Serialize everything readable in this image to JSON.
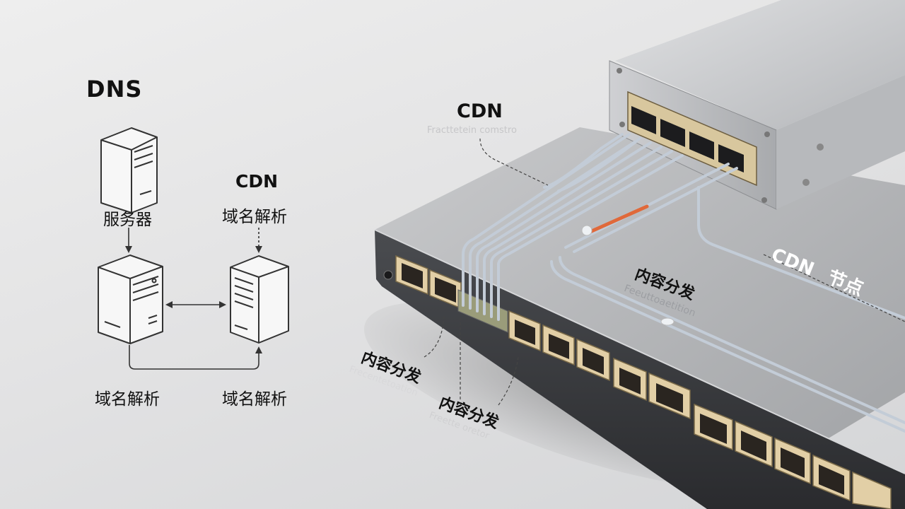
{
  "diagram": {
    "title": "DNS",
    "server_label": "服务器",
    "cdn_label": "CDN",
    "cdn_resolve": "域名解析",
    "bottom_left": "域名解析",
    "bottom_right": "域名解析"
  },
  "photo": {
    "cdn_top": "CDN",
    "cdn_top_sub": "Fracttetein comstro",
    "cdn_node_cdn": "CDN",
    "cdn_node_word": "节点",
    "content_dist_1": "内容分发",
    "content_dist_1_sub": "Feeuttoaetition",
    "content_dist_2": "内容分发",
    "content_dist_2_sub": "Frecentetoation",
    "content_dist_3": "内容分发",
    "content_dist_3_sub": "Freette oretor"
  },
  "colors": {
    "line": "#333333",
    "metal": "#a9abae",
    "cable": "#cfd6df",
    "accent_cable": "#e0693a"
  }
}
